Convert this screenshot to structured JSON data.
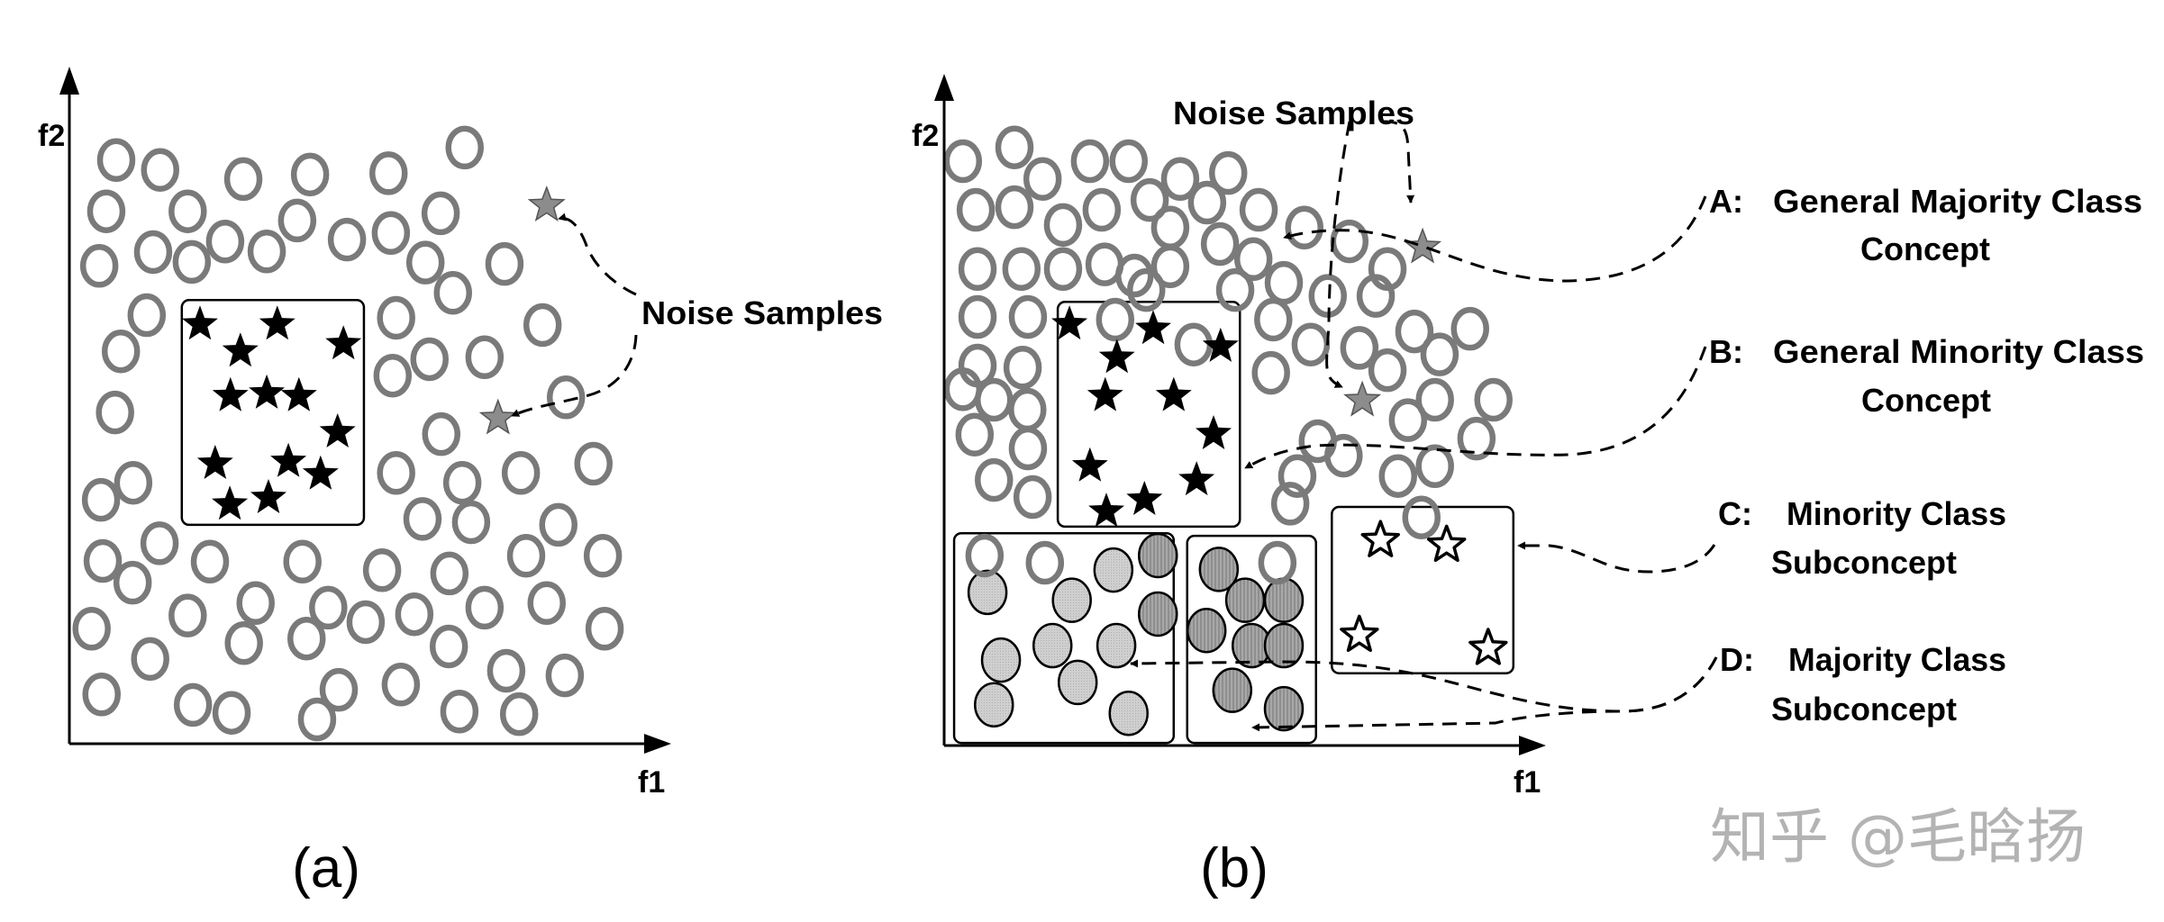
{
  "figure": {
    "panel_a_caption": "(a)",
    "panel_b_caption": "(b)",
    "watermark": "知乎 @毛晗扬",
    "colors": {
      "majority_ring": "#7a7a7a",
      "minority_star": "#000000",
      "noise_star": "#8c8c8c",
      "subconcept_light": "#c9c9c9",
      "subconcept_dark": "#9b9b9b"
    }
  },
  "chart_data": [
    {
      "type": "scatter",
      "panel": "a",
      "xlabel": "f1",
      "ylabel": "f2",
      "xlim": [
        0,
        100
      ],
      "ylim": [
        0,
        100
      ],
      "annotations": [
        {
          "text": "Noise Samples",
          "targets": [
            "noise"
          ]
        }
      ],
      "regions": [
        {
          "name": "minority-box",
          "f1": [
            19.2,
            50.3
          ],
          "f2": [
            33.3,
            67.5
          ]
        }
      ],
      "series": [
        {
          "name": "majority",
          "marker": "ring",
          "points": [
            [
              8.0,
              88.8
            ],
            [
              15.5,
              87.3
            ],
            [
              29.7,
              85.9
            ],
            [
              41.1,
              86.6
            ],
            [
              54.5,
              86.8
            ],
            [
              67.5,
              90.7
            ],
            [
              6.3,
              81.0
            ],
            [
              20.2,
              81.0
            ],
            [
              38.9,
              79.6
            ],
            [
              63.4,
              80.7
            ],
            [
              26.6,
              76.4
            ],
            [
              33.7,
              74.9
            ],
            [
              47.4,
              76.7
            ],
            [
              54.9,
              77.7
            ],
            [
              5.1,
              72.7
            ],
            [
              14.3,
              74.8
            ],
            [
              20.9,
              73.3
            ],
            [
              60.8,
              73.2
            ],
            [
              74.3,
              73.0
            ],
            [
              65.5,
              68.6
            ],
            [
              13.2,
              65.2
            ],
            [
              55.8,
              64.8
            ],
            [
              80.8,
              63.7
            ],
            [
              8.8,
              59.7
            ],
            [
              61.5,
              58.5
            ],
            [
              70.9,
              58.8
            ],
            [
              55.2,
              56.0
            ],
            [
              7.8,
              50.4
            ],
            [
              63.5,
              47.1
            ],
            [
              84.8,
              52.7
            ],
            [
              10.9,
              39.7
            ],
            [
              5.4,
              37.1
            ],
            [
              55.8,
              41.2
            ],
            [
              67.1,
              39.7
            ],
            [
              77.1,
              41.2
            ],
            [
              89.5,
              42.6
            ],
            [
              60.3,
              34.2
            ],
            [
              68.6,
              33.7
            ],
            [
              83.5,
              33.3
            ],
            [
              15.4,
              30.5
            ],
            [
              5.7,
              27.8
            ],
            [
              10.8,
              24.5
            ],
            [
              24.0,
              27.7
            ],
            [
              39.8,
              27.7
            ],
            [
              53.4,
              26.4
            ],
            [
              64.9,
              25.9
            ],
            [
              78.0,
              28.6
            ],
            [
              91.1,
              28.6
            ],
            [
              3.8,
              17.5
            ],
            [
              20.2,
              19.5
            ],
            [
              31.8,
              21.4
            ],
            [
              29.8,
              15.3
            ],
            [
              44.2,
              20.7
            ],
            [
              40.5,
              16.0
            ],
            [
              50.6,
              18.5
            ],
            [
              58.9,
              19.7
            ],
            [
              70.9,
              20.7
            ],
            [
              64.8,
              14.8
            ],
            [
              81.5,
              21.4
            ],
            [
              91.4,
              17.5
            ],
            [
              13.8,
              12.9
            ],
            [
              5.5,
              7.5
            ],
            [
              21.1,
              5.9
            ],
            [
              27.7,
              4.7
            ],
            [
              46.0,
              8.2
            ],
            [
              42.3,
              3.7
            ],
            [
              56.6,
              9.0
            ],
            [
              66.6,
              4.9
            ],
            [
              74.6,
              11.1
            ],
            [
              76.8,
              4.5
            ],
            [
              84.6,
              10.4
            ]
          ]
        },
        {
          "name": "minority",
          "marker": "star-filled",
          "points": [
            [
              22.3,
              63.8
            ],
            [
              35.5,
              63.8
            ],
            [
              29.2,
              59.7
            ],
            [
              46.8,
              60.8
            ],
            [
              27.5,
              52.9
            ],
            [
              33.7,
              53.3
            ],
            [
              39.2,
              52.9
            ],
            [
              45.8,
              47.4
            ],
            [
              24.9,
              42.6
            ],
            [
              37.4,
              42.9
            ],
            [
              42.9,
              41.0
            ],
            [
              27.4,
              36.4
            ],
            [
              34.0,
              37.4
            ]
          ]
        },
        {
          "name": "noise",
          "marker": "star-gray",
          "points": [
            [
              81.5,
              81.9
            ],
            [
              73.2,
              49.5
            ]
          ]
        }
      ]
    },
    {
      "type": "scatter",
      "panel": "b",
      "xlabel": "f1",
      "ylabel": "f2",
      "xlim": [
        0,
        100
      ],
      "ylim": [
        0,
        100
      ],
      "annotations": [
        {
          "text": "Noise Samples",
          "targets": [
            "noise"
          ]
        },
        {
          "key": "A:",
          "line1": "General Majority Class",
          "line2": "Concept"
        },
        {
          "key": "B:",
          "line1": "General Minority Class",
          "line2": "Concept"
        },
        {
          "key": "C:",
          "line1": "Minority Class",
          "line2": "Subconcept"
        },
        {
          "key": "D:",
          "line1": "Majority Class",
          "line2": "Subconcept"
        }
      ],
      "regions": [
        {
          "name": "general-minority-box",
          "f1": [
            19.4,
            50.5
          ],
          "f2": [
            33.3,
            67.5
          ]
        },
        {
          "name": "minority-subconcept-box",
          "f1": [
            66.2,
            97.2
          ],
          "f2": [
            11.0,
            36.3
          ]
        },
        {
          "name": "majority-subconcept-box-1",
          "f1": [
            1.7,
            39.2
          ],
          "f2": [
            0.4,
            32.3
          ]
        },
        {
          "name": "majority-subconcept-box-2",
          "f1": [
            41.5,
            63.5
          ],
          "f2": [
            0.4,
            31.9
          ]
        }
      ],
      "series": [
        {
          "name": "general-majority",
          "marker": "ring",
          "points": [
            [
              3.2,
              88.9
            ],
            [
              12.0,
              91.0
            ],
            [
              16.8,
              86.2
            ],
            [
              24.9,
              88.9
            ],
            [
              31.5,
              88.9
            ],
            [
              40.3,
              86.2
            ],
            [
              48.5,
              87.1
            ],
            [
              5.4,
              81.5
            ],
            [
              12.0,
              81.9
            ],
            [
              20.3,
              79.2
            ],
            [
              26.9,
              81.5
            ],
            [
              35.1,
              83.0
            ],
            [
              38.6,
              78.8
            ],
            [
              44.9,
              82.6
            ],
            [
              53.7,
              81.5
            ],
            [
              61.5,
              78.8
            ],
            [
              69.2,
              76.7
            ],
            [
              75.7,
              72.5
            ],
            [
              5.7,
              72.5
            ],
            [
              13.2,
              72.5
            ],
            [
              20.3,
              72.5
            ],
            [
              27.4,
              73.2
            ],
            [
              32.5,
              71.5
            ],
            [
              38.6,
              72.9
            ],
            [
              47.1,
              76.3
            ],
            [
              52.8,
              74.0
            ],
            [
              58.0,
              70.4
            ],
            [
              65.5,
              68.4
            ],
            [
              73.7,
              68.4
            ],
            [
              5.7,
              65.2
            ],
            [
              14.3,
              65.2
            ],
            [
              5.7,
              57.8
            ],
            [
              13.4,
              57.5
            ],
            [
              3.2,
              54.2
            ],
            [
              8.5,
              52.6
            ],
            [
              14.2,
              51.1
            ],
            [
              5.2,
              47.3
            ],
            [
              14.3,
              45.2
            ],
            [
              8.5,
              40.4
            ],
            [
              15.1,
              37.8
            ],
            [
              34.5,
              69.3
            ],
            [
              49.7,
              69.3
            ],
            [
              29.2,
              64.8
            ],
            [
              42.6,
              61.0
            ],
            [
              56.2,
              64.8
            ],
            [
              55.8,
              56.7
            ],
            [
              62.6,
              61.0
            ],
            [
              70.9,
              60.5
            ],
            [
              80.3,
              63.0
            ],
            [
              89.8,
              63.4
            ],
            [
              84.6,
              59.5
            ],
            [
              75.7,
              57.1
            ],
            [
              83.8,
              52.6
            ],
            [
              93.8,
              52.6
            ],
            [
              79.2,
              49.5
            ],
            [
              90.9,
              46.7
            ],
            [
              63.8,
              46.3
            ],
            [
              60.3,
              41.0
            ],
            [
              68.2,
              44.1
            ],
            [
              77.5,
              41.0
            ],
            [
              83.8,
              42.5
            ],
            [
              59.1,
              36.8
            ],
            [
              81.5,
              34.7
            ],
            [
              6.9,
              28.9
            ],
            [
              17.2,
              27.8
            ],
            [
              56.9,
              27.8
            ]
          ]
        },
        {
          "name": "general-minority",
          "marker": "star-filled",
          "points": [
            [
              21.4,
              64.1
            ],
            [
              35.7,
              63.4
            ],
            [
              29.5,
              59.0
            ],
            [
              47.2,
              60.7
            ],
            [
              27.5,
              53.2
            ],
            [
              39.2,
              53.2
            ],
            [
              46.0,
              47.4
            ],
            [
              24.9,
              42.5
            ],
            [
              43.1,
              40.4
            ],
            [
              34.2,
              37.4
            ],
            [
              27.7,
              35.6
            ]
          ]
        },
        {
          "name": "minority-subconcept",
          "marker": "star-hollow",
          "points": [
            [
              74.5,
              31.2
            ],
            [
              85.8,
              30.5
            ],
            [
              70.9,
              16.8
            ],
            [
              92.9,
              14.8
            ]
          ]
        },
        {
          "name": "majority-subconcept-light",
          "marker": "disc-light",
          "points": [
            [
              7.4,
              23.3
            ],
            [
              9.7,
              13.0
            ],
            [
              8.5,
              6.2
            ],
            [
              18.5,
              15.2
            ],
            [
              21.8,
              22.1
            ],
            [
              22.8,
              9.6
            ],
            [
              28.9,
              26.7
            ],
            [
              29.4,
              15.2
            ],
            [
              31.5,
              4.9
            ]
          ]
        },
        {
          "name": "majority-subconcept-dark",
          "marker": "disc-dark",
          "points": [
            [
              36.5,
              28.9
            ],
            [
              36.5,
              20.0
            ],
            [
              46.9,
              26.8
            ],
            [
              51.4,
              22.1
            ],
            [
              58.0,
              22.1
            ],
            [
              44.8,
              17.5
            ],
            [
              52.5,
              15.2
            ],
            [
              58.0,
              15.2
            ],
            [
              49.2,
              8.4
            ],
            [
              58.0,
              5.6
            ]
          ]
        },
        {
          "name": "noise",
          "marker": "star-gray",
          "points": [
            [
              81.7,
              75.8
            ],
            [
              71.4,
              52.5
            ]
          ]
        }
      ]
    }
  ]
}
